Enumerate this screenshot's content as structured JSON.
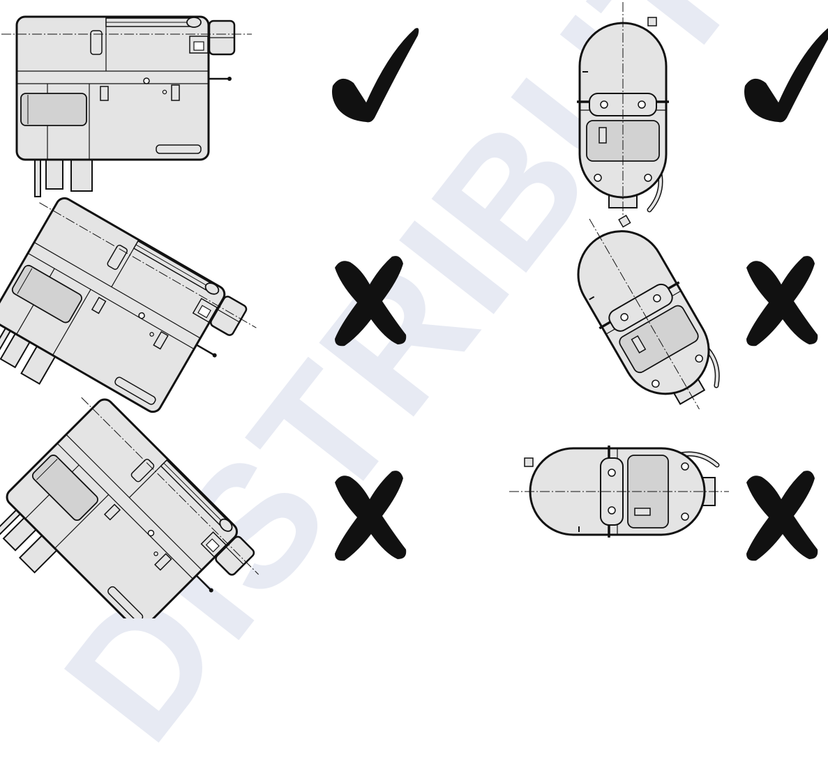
{
  "watermark": {
    "text": "DISTRIBUTLER TR",
    "color": "#e3e7f1"
  },
  "colors": {
    "outline": "#111111",
    "body_fill": "#e4e4e4",
    "panel_fill": "#d2d2d2",
    "mark": "#111111"
  },
  "figures": [
    {
      "id": "heater-side-level",
      "view": "side",
      "tilt_deg": 0,
      "verdict": "allowed",
      "mark": "check-mark-icon"
    },
    {
      "id": "heater-end-level",
      "view": "end",
      "tilt_deg": 0,
      "verdict": "allowed",
      "mark": "check-mark-icon"
    },
    {
      "id": "heater-side-tilt-30",
      "view": "side",
      "tilt_deg": 30,
      "verdict": "not-allowed",
      "mark": "cross-mark-icon"
    },
    {
      "id": "heater-end-tilt-30",
      "view": "end",
      "tilt_deg": -30,
      "verdict": "not-allowed",
      "mark": "cross-mark-icon"
    },
    {
      "id": "heater-side-tilt-45",
      "view": "side",
      "tilt_deg": 45,
      "verdict": "not-allowed",
      "mark": "cross-mark-icon"
    },
    {
      "id": "heater-end-tilt-90",
      "view": "end",
      "tilt_deg": -90,
      "verdict": "not-allowed",
      "mark": "cross-mark-icon"
    }
  ]
}
